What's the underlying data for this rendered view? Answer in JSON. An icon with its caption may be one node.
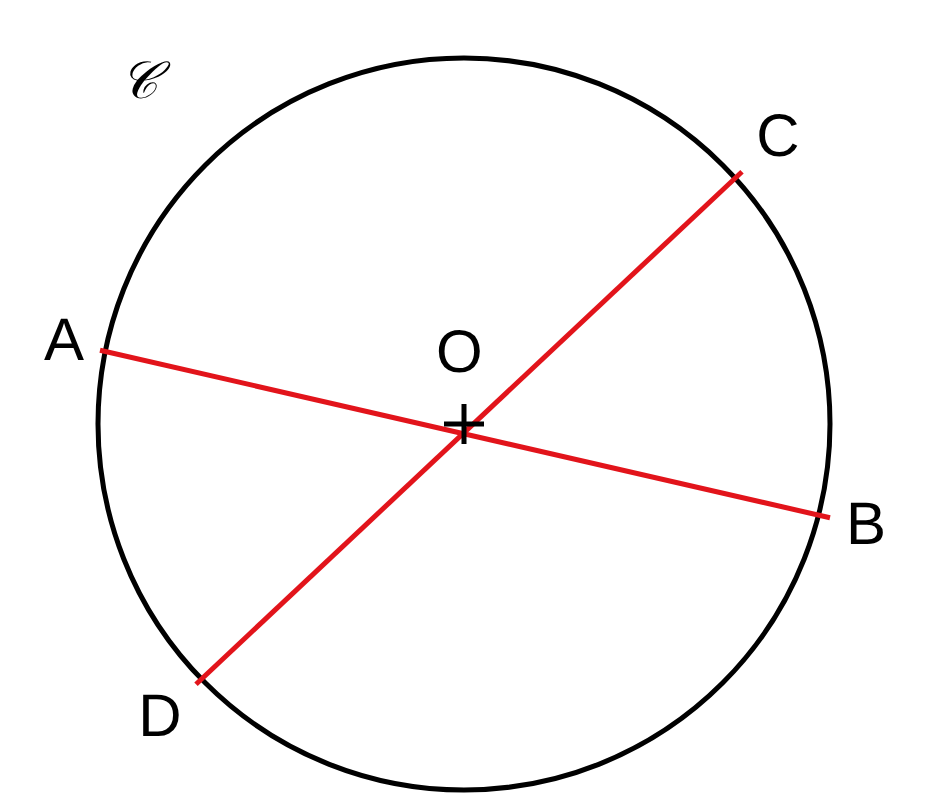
{
  "diagram": {
    "nodes": [
      {
        "text": [
          "A"
        ]
      },
      {
        "text": [
          "B"
        ]
      },
      {
        "text": [
          "C"
        ]
      },
      {
        "text": [
          "D"
        ]
      }
    ],
    "edges": [
      {
        "from": 0,
        "to": 1,
        "arrow": "none",
        "color": "#e2141b"
      },
      {
        "from": 2,
        "to": 3,
        "arrow": "none",
        "color": "#e2141b"
      }
    ],
    "labels": [
      "𝒞",
      "O"
    ]
  }
}
